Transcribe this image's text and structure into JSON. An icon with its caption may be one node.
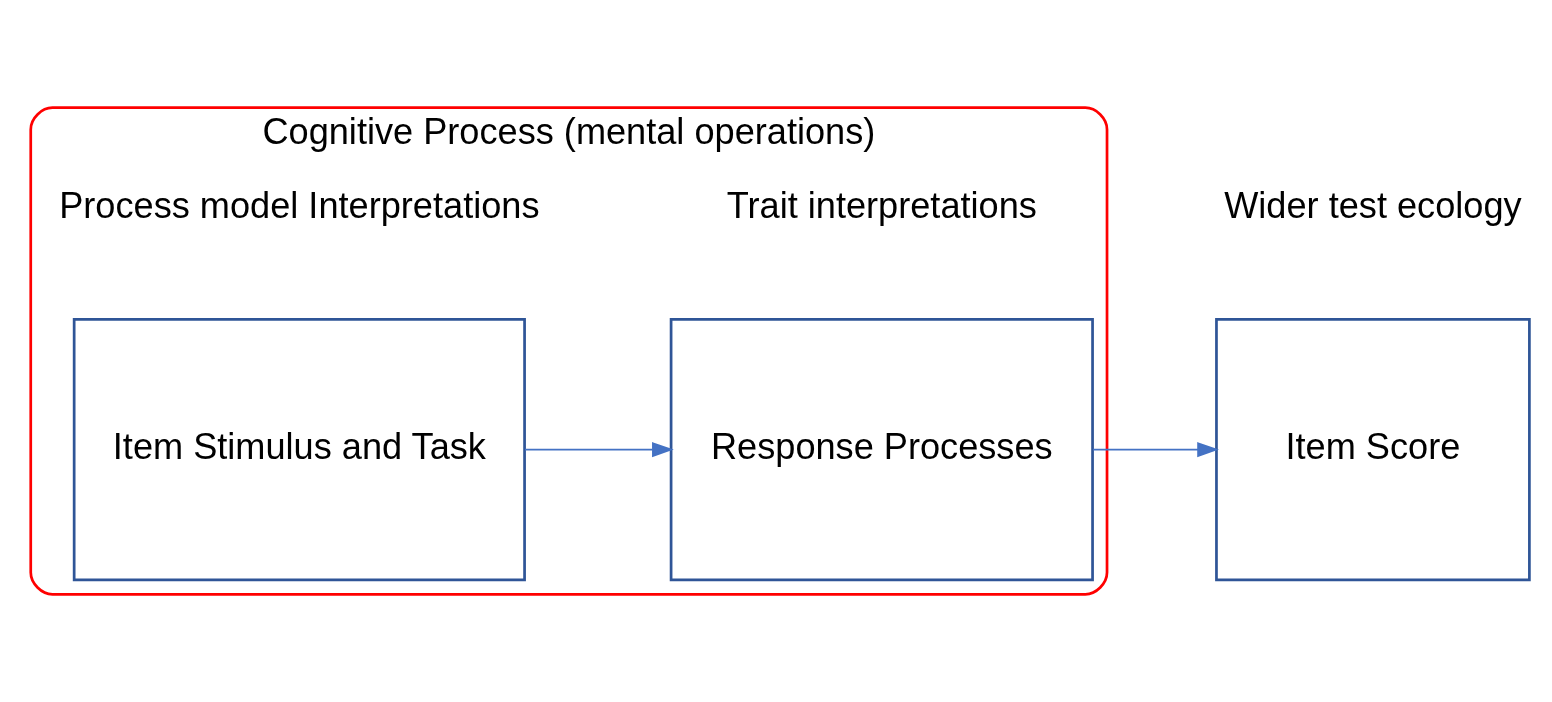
{
  "diagram": {
    "nodes": [
      {
        "text": [
          "Cognitive Process (mental operations)"
        ]
      },
      {
        "text": [
          "Item Stimulus and Task"
        ],
        "in": 0
      },
      {
        "text": [
          "Response Processes"
        ],
        "in": 0
      },
      {
        "text": [
          "Item Score"
        ]
      }
    ],
    "edges": [
      {
        "from": 1,
        "to": 2,
        "arrow": "to"
      },
      {
        "from": 2,
        "to": 3,
        "arrow": "to"
      }
    ],
    "labels": [
      "Wider test ecology",
      "Process model Interpretations",
      "Trait interpretations"
    ]
  }
}
